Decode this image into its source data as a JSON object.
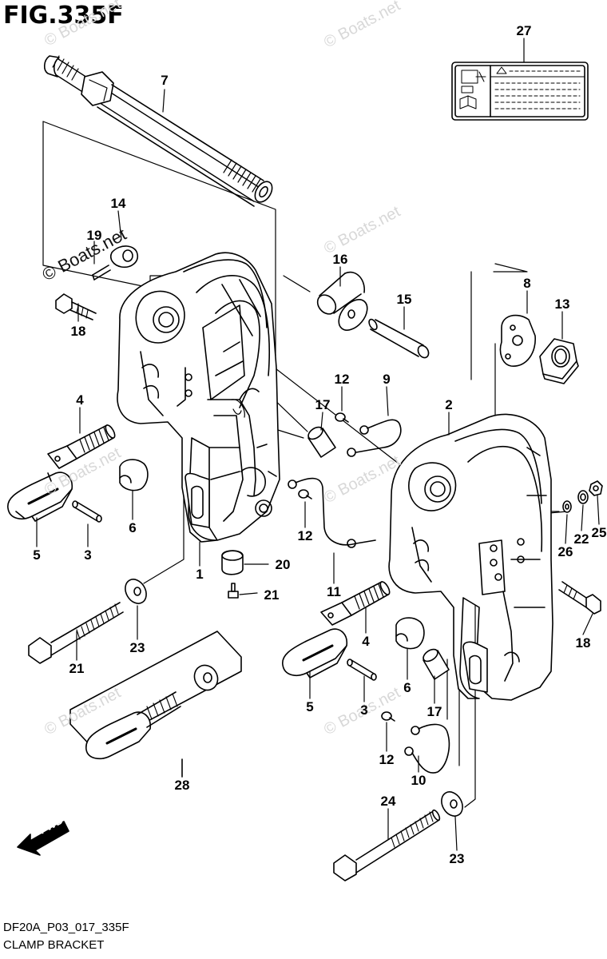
{
  "figure": {
    "title": "FIG.335F",
    "code": "DF20A_P03_017_335F",
    "name": "CLAMP BRACKET",
    "direction_label": "FWD"
  },
  "watermark": {
    "text": "© Boats.net"
  },
  "callouts": [
    {
      "id": "c7",
      "label": "7"
    },
    {
      "id": "c27",
      "label": "27"
    },
    {
      "id": "c14",
      "label": "14"
    },
    {
      "id": "c19",
      "label": "19"
    },
    {
      "id": "c16",
      "label": "16"
    },
    {
      "id": "c15",
      "label": "15"
    },
    {
      "id": "c8",
      "label": "8"
    },
    {
      "id": "c13",
      "label": "13"
    },
    {
      "id": "c18a",
      "label": "18"
    },
    {
      "id": "c12a",
      "label": "12"
    },
    {
      "id": "c9",
      "label": "9"
    },
    {
      "id": "c4a",
      "label": "4"
    },
    {
      "id": "c17a",
      "label": "17"
    },
    {
      "id": "c2",
      "label": "2"
    },
    {
      "id": "c6a",
      "label": "6"
    },
    {
      "id": "c5a",
      "label": "5"
    },
    {
      "id": "c3a",
      "label": "3"
    },
    {
      "id": "c12b",
      "label": "12"
    },
    {
      "id": "c1",
      "label": "1"
    },
    {
      "id": "c20",
      "label": "20"
    },
    {
      "id": "c11",
      "label": "11"
    },
    {
      "id": "c21a",
      "label": "21"
    },
    {
      "id": "c26",
      "label": "26"
    },
    {
      "id": "c22",
      "label": "22"
    },
    {
      "id": "c25",
      "label": "25"
    },
    {
      "id": "c23a",
      "label": "23"
    },
    {
      "id": "c21b",
      "label": "21"
    },
    {
      "id": "c18b",
      "label": "18"
    },
    {
      "id": "c4b",
      "label": "4"
    },
    {
      "id": "c6b",
      "label": "6"
    },
    {
      "id": "c5b",
      "label": "5"
    },
    {
      "id": "c3b",
      "label": "3"
    },
    {
      "id": "c17b",
      "label": "17"
    },
    {
      "id": "c12c",
      "label": "12"
    },
    {
      "id": "c10",
      "label": "10"
    },
    {
      "id": "c28",
      "label": "28"
    },
    {
      "id": "c24",
      "label": "24"
    },
    {
      "id": "c23b",
      "label": "23"
    }
  ]
}
